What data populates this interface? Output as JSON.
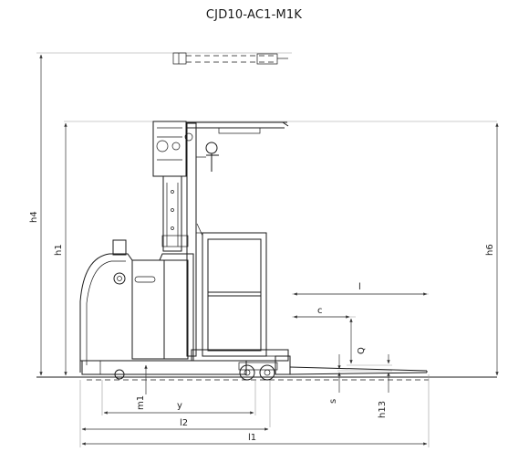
{
  "model": "CJD10-AC1-M1K",
  "dimensions": {
    "h4": "h4",
    "h1": "h1",
    "h6": "h6",
    "l": "l",
    "c": "c",
    "Q": "Q",
    "s": "s",
    "h13": "h13",
    "m1": "m1",
    "y": "y",
    "l2": "l2",
    "l1": "l1"
  }
}
